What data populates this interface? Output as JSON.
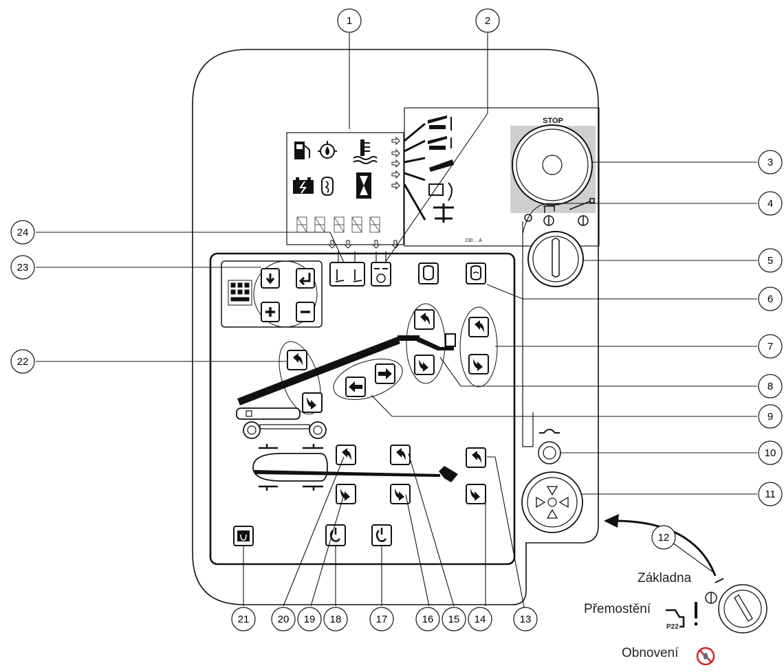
{
  "panel": {
    "stop_label": "STOP",
    "part_number": "230… A"
  },
  "callouts": [
    {
      "id": "c1",
      "number": "1"
    },
    {
      "id": "c2",
      "number": "2"
    },
    {
      "id": "c3",
      "number": "3"
    },
    {
      "id": "c4",
      "number": "4"
    },
    {
      "id": "c5",
      "number": "5"
    },
    {
      "id": "c6",
      "number": "6"
    },
    {
      "id": "c7",
      "number": "7"
    },
    {
      "id": "c8",
      "number": "8"
    },
    {
      "id": "c9",
      "number": "9"
    },
    {
      "id": "c10",
      "number": "10"
    },
    {
      "id": "c11",
      "number": "11"
    },
    {
      "id": "c12",
      "number": "12"
    },
    {
      "id": "c13",
      "number": "13"
    },
    {
      "id": "c14",
      "number": "14"
    },
    {
      "id": "c15",
      "number": "15"
    },
    {
      "id": "c16",
      "number": "16"
    },
    {
      "id": "c17",
      "number": "17"
    },
    {
      "id": "c18",
      "number": "18"
    },
    {
      "id": "c19",
      "number": "19"
    },
    {
      "id": "c20",
      "number": "20"
    },
    {
      "id": "c21",
      "number": "21"
    },
    {
      "id": "c22",
      "number": "22"
    },
    {
      "id": "c23",
      "number": "23"
    },
    {
      "id": "c24",
      "number": "24"
    }
  ],
  "key_switch": {
    "base_label": "Základna",
    "bypass_label": "Přemostění",
    "bypass_code": "P22",
    "reset_label": "Obnovení"
  },
  "icons": [
    "fuel-icon",
    "oil-pressure-icon",
    "coolant-temperature-icon",
    "battery-charge-icon",
    "glow-plug-icon",
    "hourglass-icon",
    "arrow-down-icon",
    "enter-icon",
    "plus-icon",
    "minus-icon",
    "emergency-stop-icon",
    "key-switch-icon",
    "horn-icon",
    "joystick-icon",
    "power-icon",
    "rotate-arrow-icon"
  ],
  "colors": {
    "outline": "#111111",
    "stop_background": "#cfcfcf",
    "reset_red": "#d42020",
    "panel_fill": "#ffffff"
  }
}
